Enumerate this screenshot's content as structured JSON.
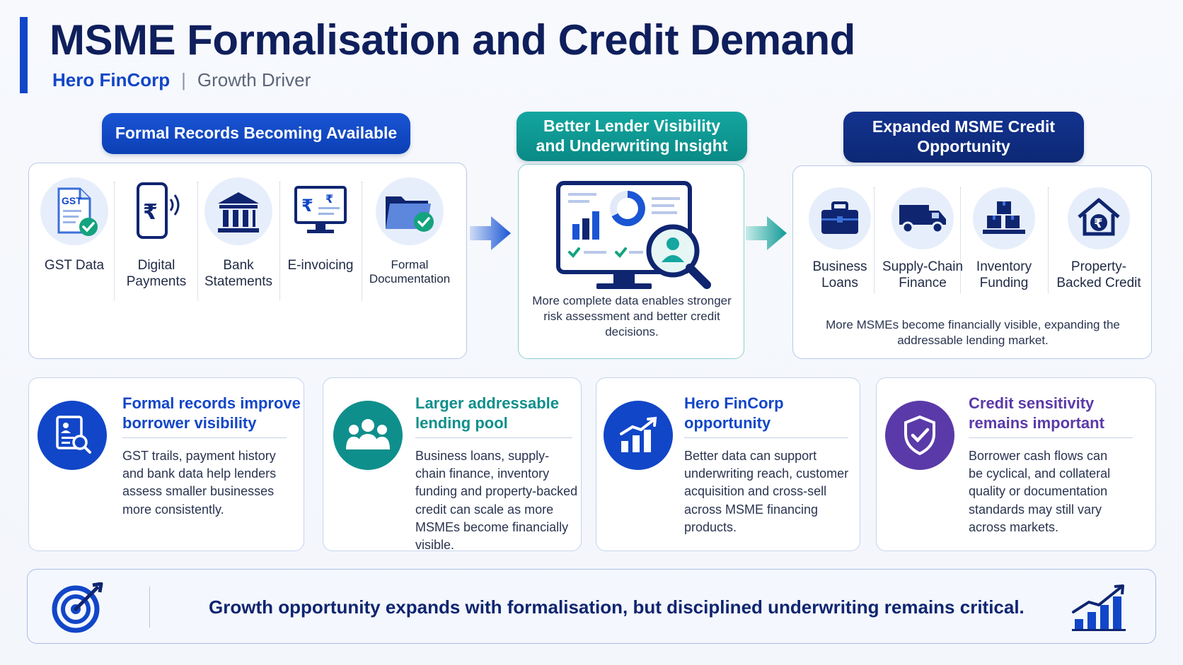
{
  "header": {
    "title": "MSME Formalisation and Credit Demand",
    "brand": "Hero FinCorp",
    "separator": "|",
    "tag": "Growth Driver"
  },
  "stage1": {
    "heading": "Formal Records Becoming Available",
    "items": [
      {
        "label": "GST Data",
        "icon": "gst-document-check-icon",
        "icon_text": "GST"
      },
      {
        "label": "Digital Payments",
        "icon": "mobile-rupee-payment-icon"
      },
      {
        "label": "Bank Statements",
        "icon": "bank-building-icon"
      },
      {
        "label": "E-invoicing",
        "icon": "monitor-rupee-invoice-icon"
      },
      {
        "label": "Formal Documentation",
        "icon": "folder-check-icon"
      }
    ]
  },
  "stage2": {
    "heading": "Better Lender Visibility and Underwriting Insight",
    "icon": "analytics-monitor-magnifier-icon",
    "description": "More complete data enables stronger risk assessment and better credit decisions."
  },
  "stage3": {
    "heading": "Expanded MSME Credit Opportunity",
    "items": [
      {
        "label": "Business Loans",
        "icon": "briefcase-icon"
      },
      {
        "label": "Supply-Chain Finance",
        "icon": "delivery-truck-icon"
      },
      {
        "label": "Inventory Funding",
        "icon": "stacked-boxes-icon"
      },
      {
        "label": "Property-Backed Credit",
        "icon": "house-rupee-icon"
      }
    ],
    "description": "More MSMEs become financially visible, expanding the addressable lending market."
  },
  "cards": [
    {
      "title": "Formal records improve borrower visibility",
      "body": "GST trails, payment history and bank data help lenders assess smaller businesses more consistently.",
      "icon": "document-search-icon",
      "color": "#1146c8"
    },
    {
      "title": "Larger addressable lending pool",
      "body": "Business loans, supply-chain finance, inventory funding and property-backed credit can scale as more MSMEs become financially visible.",
      "icon": "people-group-icon",
      "color": "#0f8f8c"
    },
    {
      "title": "Hero FinCorp opportunity",
      "body": "Better data can support underwriting reach, customer acquisition and cross-sell across MSME financing products.",
      "icon": "growth-chart-icon",
      "color": "#1146c8"
    },
    {
      "title": "Credit sensitivity remains important",
      "body": "Borrower cash flows can be cyclical, and collateral quality or documentation standards may still vary across markets.",
      "icon": "shield-check-icon",
      "color": "#5a3aa8"
    }
  ],
  "footer": {
    "text": "Growth opportunity expands with formalisation, but disciplined underwriting remains critical.",
    "left_icon": "target-arrow-icon",
    "right_icon": "rising-bar-chart-icon"
  },
  "colors": {
    "primary": "#1146c8",
    "navy": "#0f1f5c",
    "teal": "#0f8f8c",
    "purple": "#5a3aa8",
    "check": "#14a37f"
  }
}
